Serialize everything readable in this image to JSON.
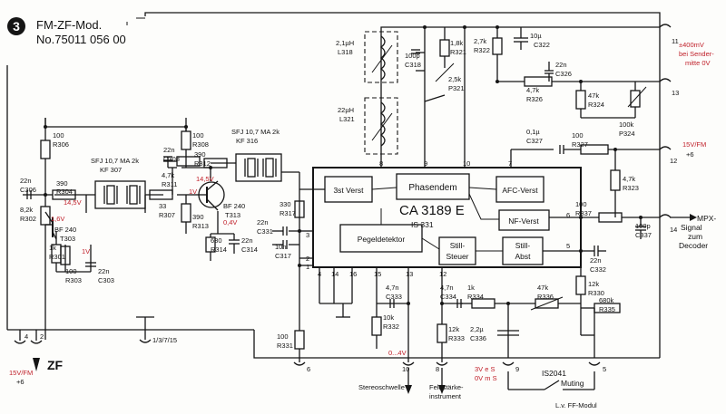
{
  "title": {
    "section_number": "3",
    "name": "FM-ZF-Mod.",
    "number": "No.75011 056 00"
  },
  "ic": {
    "part": "CA 3189 E",
    "alt_part": "IS 331",
    "blocks": {
      "limiter": "3st Verst",
      "phase": "Phasendem",
      "afc": "AFC-Verst",
      "nf": "NF-Verst",
      "detector": "Pegeldetektor",
      "still_steuer": [
        "Still-",
        "Steuer"
      ],
      "still_abst": [
        "Still-",
        "Abst"
      ]
    },
    "pins": [
      "8",
      "9",
      "10",
      "7",
      "6",
      "5",
      "3",
      "2",
      "1",
      "4",
      "14",
      "16",
      "15",
      "13",
      "12"
    ]
  },
  "components": {
    "r306": [
      "100",
      "R306"
    ],
    "c306": [
      "22n",
      "C306"
    ],
    "r304": [
      "390",
      "R304"
    ],
    "r302": [
      "8,2k",
      "R302"
    ],
    "t303": [
      "BF 240",
      "T303"
    ],
    "r301": [
      "1k",
      "R301"
    ],
    "r303": [
      "100",
      "R303"
    ],
    "c303": [
      "22n",
      "C303"
    ],
    "kf307": [
      "SFJ 10,7 MA 2k",
      "KF 307"
    ],
    "c308": [
      "22n",
      "C308"
    ],
    "r308": [
      "100",
      "R308"
    ],
    "r311": [
      "4,7k",
      "R311"
    ],
    "r312": [
      "390",
      "R312"
    ],
    "r307": [
      "33",
      "R307"
    ],
    "r313": [
      "390",
      "R313"
    ],
    "t313": [
      "BF 240",
      "T313"
    ],
    "r314": [
      "680",
      "R314"
    ],
    "c314": [
      "22n",
      "C314"
    ],
    "kf316": [
      "SFJ 10,7 MA 2k",
      "KF 316"
    ],
    "r317": [
      "330",
      "R317"
    ],
    "c331": [
      "22n",
      "C331"
    ],
    "c317": [
      "10n",
      "C317"
    ],
    "l318": [
      "2,1µH",
      "L318"
    ],
    "l321": [
      "22µH",
      "L321"
    ],
    "c318": [
      "100p",
      "C318"
    ],
    "r321": [
      "1,8k",
      "R321"
    ],
    "p321": [
      "2,5k",
      "P321"
    ],
    "r322": [
      "2,7k",
      "R322"
    ],
    "c322": [
      "10µ",
      "C322"
    ],
    "c326": [
      "22n",
      "C326"
    ],
    "r326": [
      "4,7k",
      "R326"
    ],
    "r324": [
      "47k",
      "R324"
    ],
    "p324": [
      "100k",
      "P324"
    ],
    "c327": [
      "0,1µ",
      "C327"
    ],
    "r327": [
      "100",
      "R327"
    ],
    "r323": [
      "4,7k",
      "R323"
    ],
    "r337": [
      "100",
      "R337"
    ],
    "c337": [
      "100p",
      "C337"
    ],
    "c332": [
      "22n",
      "C332"
    ],
    "r330": [
      "12k",
      "R330"
    ],
    "r335": [
      "680k",
      "R335"
    ],
    "c333": [
      "4,7n",
      "C333"
    ],
    "r332": [
      "10k",
      "R332"
    ],
    "c334": [
      "4,7n",
      "C334"
    ],
    "r334": [
      "1k",
      "R334"
    ],
    "r336": [
      "47k",
      "R336"
    ],
    "r333": [
      "12k",
      "R333"
    ],
    "c336": [
      "2,2µ",
      "C336"
    ],
    "r331": [
      "100",
      "R331"
    ]
  },
  "voltages": {
    "v145_a": "14,5V",
    "v16": "1,6V",
    "v1_a": "1V",
    "v145_b": "14,5V",
    "v1_b": "1V",
    "v04": "0,4V",
    "v0_4": "0...4V",
    "v3_0": [
      "3V e S",
      "0V m S"
    ]
  },
  "connectors": {
    "afc": [
      "±400mV",
      "bei Sender-",
      "mitte 0V"
    ],
    "supply_right": [
      "15V/FM",
      "+6"
    ],
    "mpx": [
      "MPX-",
      "Signal",
      "zum",
      "Decoder"
    ],
    "zf": "ZF",
    "supply_left": [
      "15V/FM",
      "+6"
    ],
    "stereo": "Stereoschwelle",
    "field": [
      "Feldstärke-",
      "instrument"
    ],
    "ic2041": "IS2041",
    "muting": "Muting",
    "lv": "L.v. FF-Modul",
    "misc": "1/3/7/15",
    "pin_labels": {
      "p11": "11",
      "p13": "13",
      "p12": "12",
      "p14": "14",
      "p4": "4",
      "p2": "2",
      "p6": "6",
      "p10": "10",
      "p8": "8",
      "p9": "9",
      "p5": "5"
    }
  }
}
